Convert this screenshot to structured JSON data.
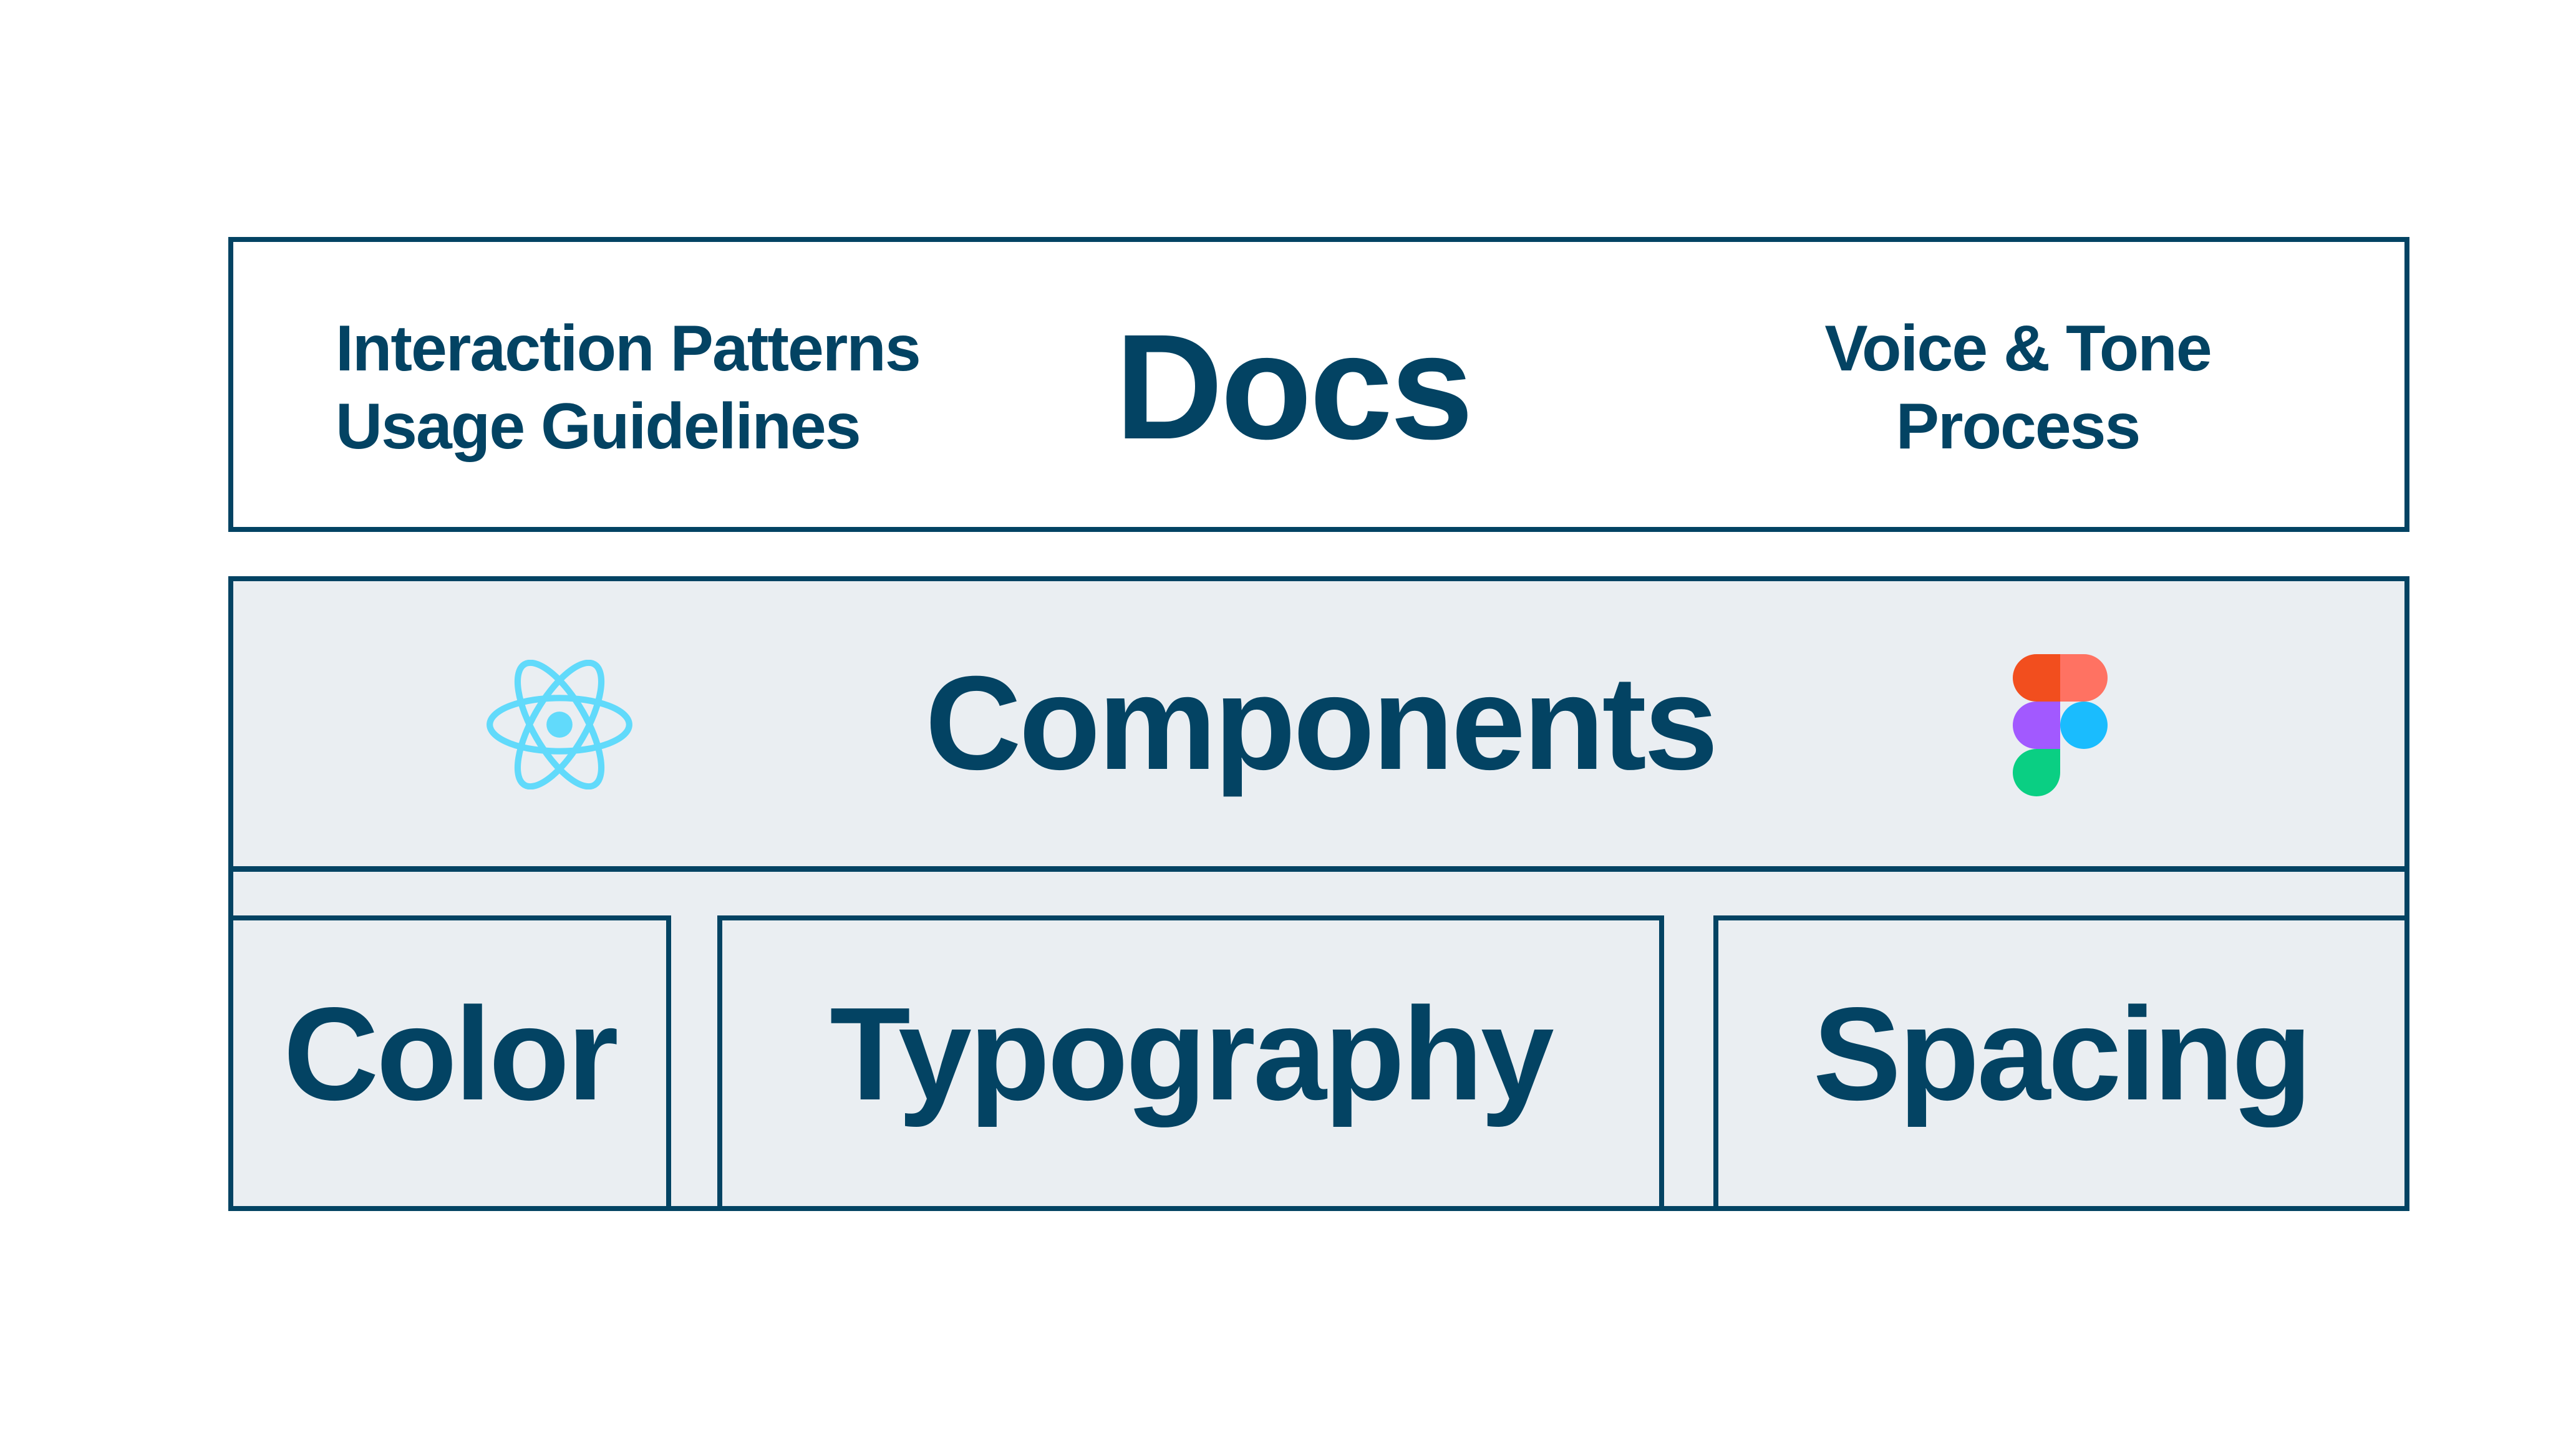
{
  "docs": {
    "title": "Docs",
    "left_items": [
      "Interaction Patterns",
      "Usage Guidelines"
    ],
    "right_items": [
      "Voice & Tone",
      "Process"
    ]
  },
  "components": {
    "title": "Components",
    "left_icon": "react-logo-icon",
    "right_icon": "figma-logo-icon"
  },
  "foundations": [
    {
      "label": "Color"
    },
    {
      "label": "Typography"
    },
    {
      "label": "Spacing"
    }
  ],
  "colors": {
    "primary_text": "#034363",
    "border": "#034363",
    "panel_fill": "#EAEEF2",
    "react": "#61DAFB",
    "figma_red": "#F24E1E",
    "figma_coral": "#FF7262",
    "figma_purple": "#A259FF",
    "figma_blue": "#1ABCFE",
    "figma_green": "#0ACF83"
  }
}
